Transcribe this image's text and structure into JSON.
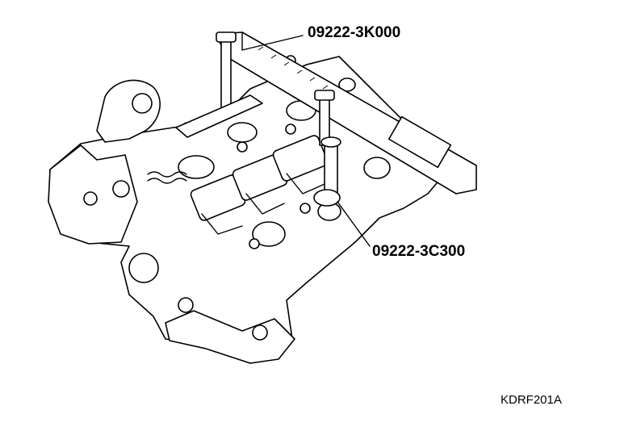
{
  "labels": {
    "tool_top": "09222-3K000",
    "tool_bottom": "09222-3C300",
    "figure_code": "KDRF201A"
  }
}
